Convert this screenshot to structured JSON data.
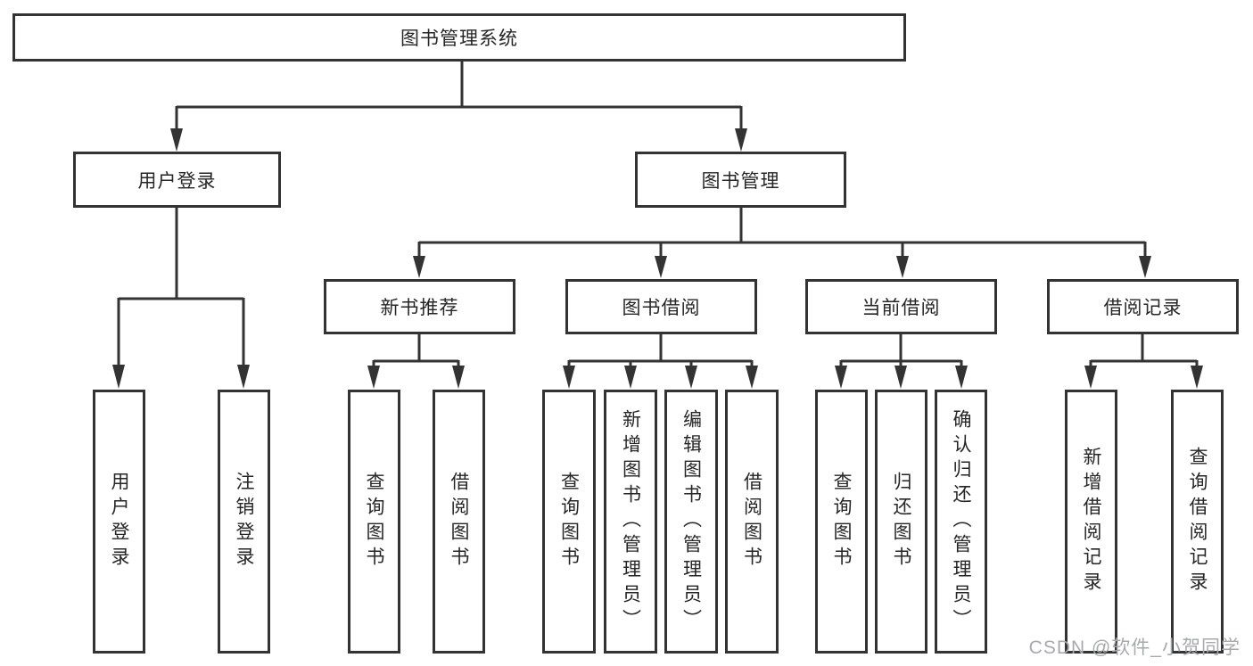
{
  "diagram": {
    "root": {
      "label": "图书管理系统"
    },
    "level2": [
      {
        "label": "用户登录"
      },
      {
        "label": "图书管理"
      }
    ],
    "level3": [
      {
        "label": "新书推荐"
      },
      {
        "label": "图书借阅"
      },
      {
        "label": "当前借阅"
      },
      {
        "label": "借阅记录"
      }
    ],
    "leaves": {
      "login": [
        {
          "label": "用户登录"
        },
        {
          "label": "注销登录"
        }
      ],
      "newbook": [
        {
          "label": "查询图书"
        },
        {
          "label": "借阅图书"
        }
      ],
      "borrow": [
        {
          "label": "查询图书"
        },
        {
          "label": "新增图书（管理员）"
        },
        {
          "label": "编辑图书（管理员）"
        },
        {
          "label": "借阅图书"
        }
      ],
      "current": [
        {
          "label": "查询图书"
        },
        {
          "label": "归还图书"
        },
        {
          "label": "确认归还（管理员）"
        }
      ],
      "records": [
        {
          "label": "新增借阅记录"
        },
        {
          "label": "查询借阅记录"
        }
      ]
    },
    "colors": {
      "line": "#333333",
      "box_border": "#333333",
      "box_fill": "#ffffff",
      "text": "#262626",
      "watermark": "#a6a9ad"
    }
  },
  "watermark": {
    "text": "CSDN @软件_小贺同学"
  }
}
